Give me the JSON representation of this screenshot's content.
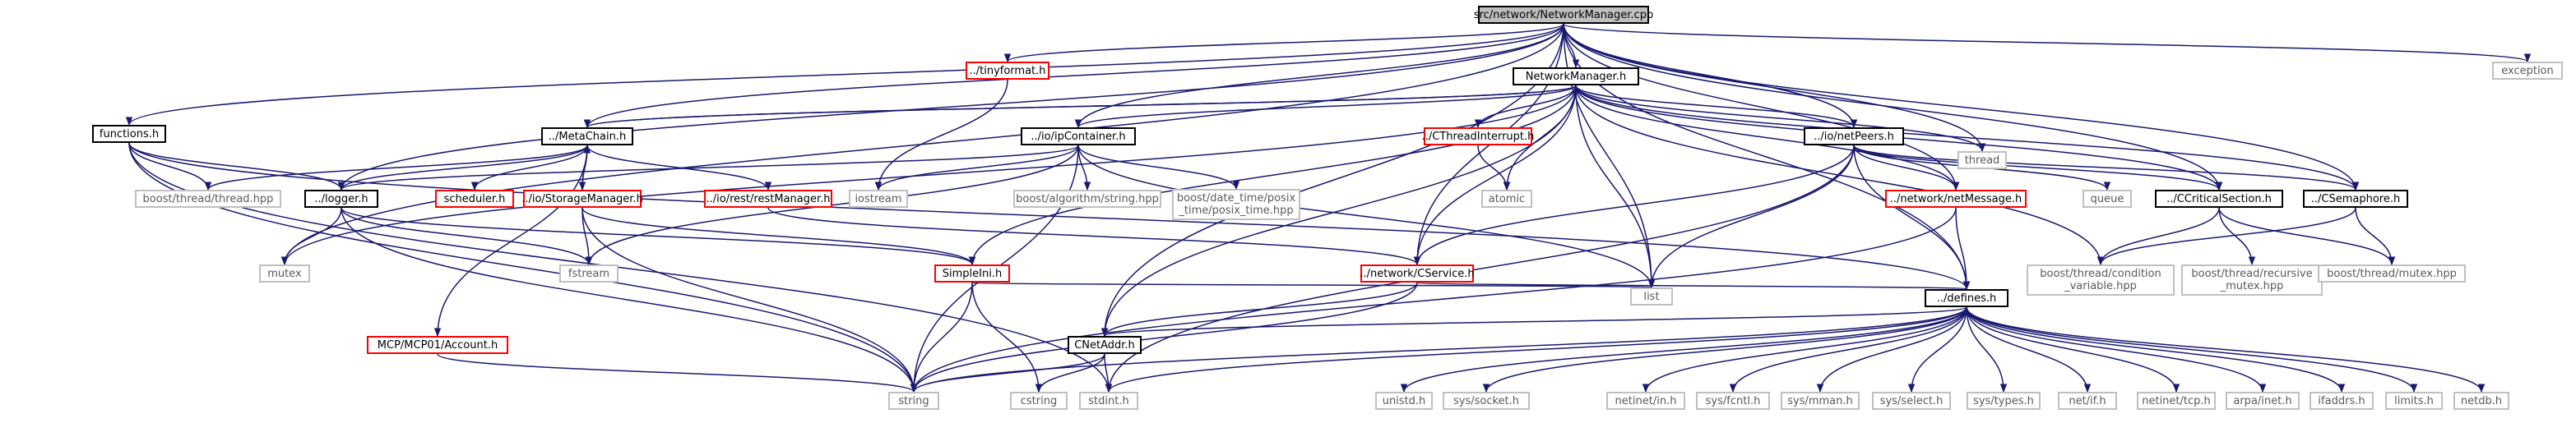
{
  "colors": {
    "edge": "#191970",
    "documented_border": "#000000",
    "undocumented_border": "#ff0000",
    "external_border": "#bfbfbf",
    "root_fill": "#bfbfbf"
  },
  "nodes": {
    "root": "src/network/NetworkManager.cpp",
    "tinyformat": "../tinyformat.h",
    "exception": "exception",
    "functions": "functions.h",
    "netmgr": "NetworkManager.h",
    "metachain": "../MetaChain.h",
    "ipcontainer": "../io/ipContainer.h",
    "cthreadinterrupt": "../CThreadInterrupt.h",
    "netpeers": "../io/netPeers.h",
    "thread": "thread",
    "boostthread": "boost/thread/thread.hpp",
    "logger": "../logger.h",
    "scheduler": "scheduler.h",
    "storagemanager": "../io/StorageManager.h",
    "restmanager": "../io/rest/restManager.h",
    "iostream": "iostream",
    "boostalgo": "boost/algorithm/string.hpp",
    "posixtime": "boost/date_time/posix\n_time/posix_time.hpp",
    "atomic": "atomic",
    "queue": "queue",
    "netmessage": "../network/netMessage.h",
    "criticalsection": "../CCriticalSection.h",
    "semaphore": "../CSemaphore.h",
    "mutex": "mutex",
    "fstream": "fstream",
    "simpleini": "SimpleIni.h",
    "cservice": "../network/CService.h",
    "condvar": "boost/thread/condition\n_variable.hpp",
    "recmutex": "boost/thread/recursive\n_mutex.hpp",
    "boostmutex": "boost/thread/mutex.hpp",
    "list": "list",
    "defines": "../defines.h",
    "account": "MCP/MCP01/Account.h",
    "cnetaddr": "CNetAddr.h",
    "string": "string",
    "cstring": "cstring",
    "stdint": "stdint.h",
    "unistd": "unistd.h",
    "syssocket": "sys/socket.h",
    "netinetin": "netinet/in.h",
    "sysfcntl": "sys/fcntl.h",
    "sysmman": "sys/mman.h",
    "sysselect": "sys/select.h",
    "systypes": "sys/types.h",
    "netif": "net/if.h",
    "netinettcp": "netinet/tcp.h",
    "arpainet": "arpa/inet.h",
    "ifaddrs": "ifaddrs.h",
    "limits": "limits.h",
    "netdb": "netdb.h"
  }
}
